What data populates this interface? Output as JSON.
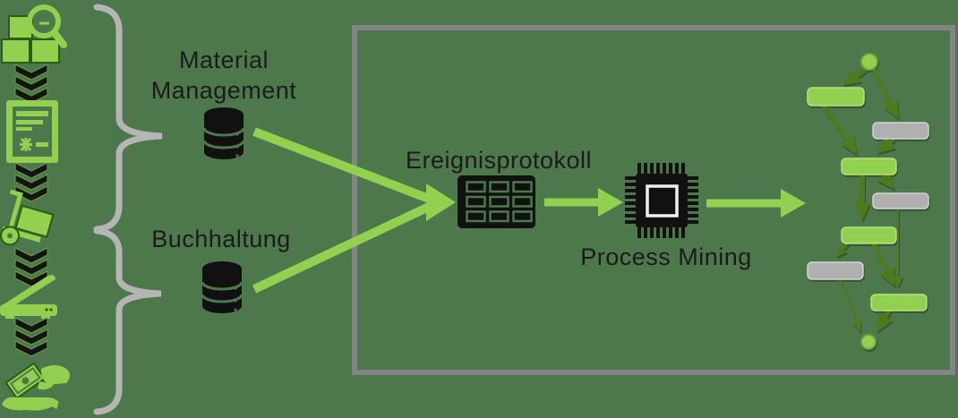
{
  "diagram_title": "ERP data to process mining pipeline",
  "colors": {
    "background": "#4d784c",
    "accent_green": "#92d050",
    "dark_green_arrow": "#4e7a1e",
    "icon_black": "#111111",
    "box_border_gray": "#848484",
    "brace_gray": "#b5b5b5",
    "node_gray": "#b0b0b0",
    "text": "#1b1b1b"
  },
  "sources": {
    "material_management": {
      "label_line1": "Material",
      "label_line2": "Management"
    },
    "accounting": {
      "label": "Buchhaltung"
    }
  },
  "pipeline": {
    "event_log": {
      "label": "Ereignisprotokoll"
    },
    "process_mining": {
      "label": "Process Mining"
    }
  },
  "left_chain": {
    "icons": [
      "inventory-search-icon",
      "chevrons-down-icon",
      "invoice-document-icon",
      "chevrons-down-icon",
      "hand-truck-icon",
      "chevrons-down-icon",
      "scanner-icon",
      "chevrons-down-icon",
      "payment-hand-icon"
    ]
  },
  "process_model": {
    "node_types": [
      "start-circle",
      "activity-green",
      "activity-gray",
      "end-circle"
    ],
    "green_nodes": 4,
    "gray_nodes": 3
  }
}
